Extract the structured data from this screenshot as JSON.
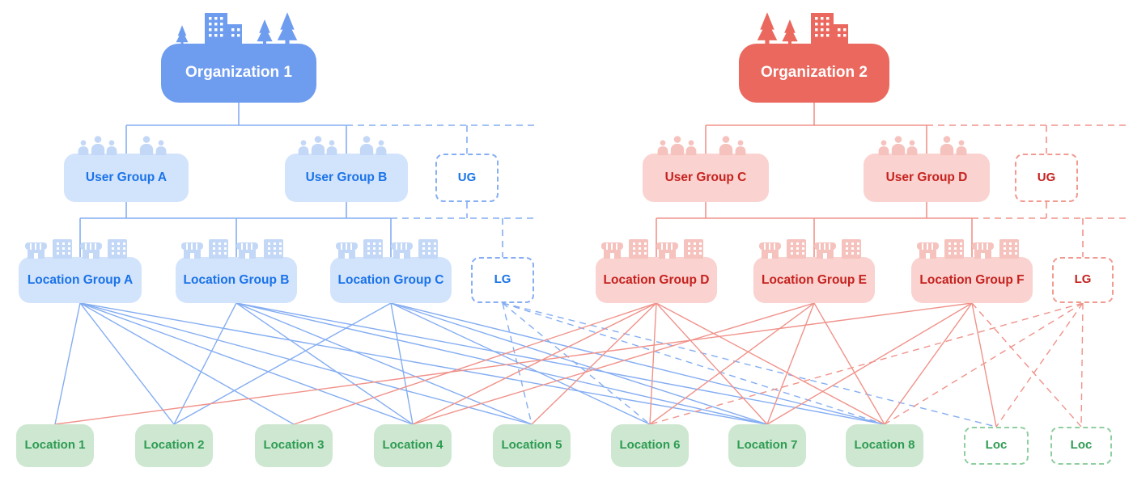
{
  "nodes": {
    "org1": {
      "label": "Organization 1"
    },
    "org2": {
      "label": "Organization 2"
    },
    "ugA": {
      "label": "User Group A"
    },
    "ugB": {
      "label": "User Group B"
    },
    "ugX": {
      "label": "UG"
    },
    "ugC": {
      "label": "User Group C"
    },
    "ugD": {
      "label": "User Group D"
    },
    "ugY": {
      "label": "UG"
    },
    "lgA": {
      "label": "Location Group A"
    },
    "lgB": {
      "label": "Location Group B"
    },
    "lgC": {
      "label": "Location Group C"
    },
    "lgX": {
      "label": "LG"
    },
    "lgD": {
      "label": "Location Group D"
    },
    "lgE": {
      "label": "Location Group E"
    },
    "lgF": {
      "label": "Location Group F"
    },
    "lgY": {
      "label": "LG"
    },
    "loc1": {
      "label": "Location 1"
    },
    "loc2": {
      "label": "Location 2"
    },
    "loc3": {
      "label": "Location 3"
    },
    "loc4": {
      "label": "Location 4"
    },
    "loc5": {
      "label": "Location 5"
    },
    "loc6": {
      "label": "Location 6"
    },
    "loc7": {
      "label": "Location 7"
    },
    "loc8": {
      "label": "Location 8"
    },
    "locX": {
      "label": "Loc"
    },
    "locY": {
      "label": "Loc"
    }
  },
  "hierarchy": {
    "blue": {
      "org": "org1",
      "user_groups": [
        "ugA",
        "ugB"
      ],
      "ghost_user_group": "ugX",
      "location_groups": [
        "lgA",
        "lgB",
        "lgC"
      ],
      "ghost_location_group": "lgX"
    },
    "red": {
      "org": "org2",
      "user_groups": [
        "ugC",
        "ugD"
      ],
      "ghost_user_group": "ugY",
      "location_groups": [
        "lgD",
        "lgE",
        "lgF"
      ],
      "ghost_location_group": "lgY"
    }
  },
  "edges": [
    {
      "from": "lgA",
      "to": "loc1",
      "color": "blue",
      "style": "solid"
    },
    {
      "from": "lgA",
      "to": "loc2",
      "color": "blue",
      "style": "solid"
    },
    {
      "from": "lgA",
      "to": "loc3",
      "color": "blue",
      "style": "solid"
    },
    {
      "from": "lgA",
      "to": "loc4",
      "color": "blue",
      "style": "solid"
    },
    {
      "from": "lgA",
      "to": "loc5",
      "color": "blue",
      "style": "solid"
    },
    {
      "from": "lgA",
      "to": "loc7",
      "color": "blue",
      "style": "solid"
    },
    {
      "from": "lgB",
      "to": "loc2",
      "color": "blue",
      "style": "solid"
    },
    {
      "from": "lgB",
      "to": "loc4",
      "color": "blue",
      "style": "solid"
    },
    {
      "from": "lgB",
      "to": "loc5",
      "color": "blue",
      "style": "solid"
    },
    {
      "from": "lgB",
      "to": "loc7",
      "color": "blue",
      "style": "solid"
    },
    {
      "from": "lgB",
      "to": "loc8",
      "color": "blue",
      "style": "solid"
    },
    {
      "from": "lgC",
      "to": "loc2",
      "color": "blue",
      "style": "solid"
    },
    {
      "from": "lgC",
      "to": "loc4",
      "color": "blue",
      "style": "solid"
    },
    {
      "from": "lgC",
      "to": "loc6",
      "color": "blue",
      "style": "solid"
    },
    {
      "from": "lgC",
      "to": "loc7",
      "color": "blue",
      "style": "solid"
    },
    {
      "from": "lgC",
      "to": "loc8",
      "color": "blue",
      "style": "solid"
    },
    {
      "from": "lgX",
      "to": "loc5",
      "color": "blue",
      "style": "dashed"
    },
    {
      "from": "lgX",
      "to": "loc6",
      "color": "blue",
      "style": "dashed"
    },
    {
      "from": "lgX",
      "to": "loc8",
      "color": "blue",
      "style": "dashed"
    },
    {
      "from": "lgX",
      "to": "locX",
      "color": "blue",
      "style": "dashed"
    },
    {
      "from": "lgD",
      "to": "loc3",
      "color": "red",
      "style": "solid"
    },
    {
      "from": "lgD",
      "to": "loc4",
      "color": "red",
      "style": "solid"
    },
    {
      "from": "lgD",
      "to": "loc5",
      "color": "red",
      "style": "solid"
    },
    {
      "from": "lgD",
      "to": "loc6",
      "color": "red",
      "style": "solid"
    },
    {
      "from": "lgD",
      "to": "loc7",
      "color": "red",
      "style": "solid"
    },
    {
      "from": "lgD",
      "to": "loc8",
      "color": "red",
      "style": "solid"
    },
    {
      "from": "lgE",
      "to": "loc4",
      "color": "red",
      "style": "solid"
    },
    {
      "from": "lgE",
      "to": "loc6",
      "color": "red",
      "style": "solid"
    },
    {
      "from": "lgE",
      "to": "loc7",
      "color": "red",
      "style": "solid"
    },
    {
      "from": "lgE",
      "to": "loc8",
      "color": "red",
      "style": "solid"
    },
    {
      "from": "lgF",
      "to": "loc1",
      "color": "red",
      "style": "solid"
    },
    {
      "from": "lgF",
      "to": "loc7",
      "color": "red",
      "style": "solid"
    },
    {
      "from": "lgF",
      "to": "loc8",
      "color": "red",
      "style": "solid"
    },
    {
      "from": "lgF",
      "to": "locX",
      "color": "red",
      "style": "solid"
    },
    {
      "from": "lgF",
      "to": "locY",
      "color": "red",
      "style": "dashed"
    },
    {
      "from": "lgY",
      "to": "loc6",
      "color": "red",
      "style": "dashed"
    },
    {
      "from": "lgY",
      "to": "loc8",
      "color": "red",
      "style": "dashed"
    },
    {
      "from": "lgY",
      "to": "locX",
      "color": "red",
      "style": "dashed"
    },
    {
      "from": "lgY",
      "to": "locY",
      "color": "red",
      "style": "dashed"
    }
  ],
  "colors": {
    "blue_primary": "#6e9cef",
    "blue_fill": "#d2e3fc",
    "blue_text": "#1a73e8",
    "blue_line": "#84adf2",
    "blue_icon": "#c3d8f7",
    "red_primary": "#ea685d",
    "red_fill": "#fad2cf",
    "red_text": "#c5221f",
    "red_line": "#f0928a",
    "red_icon": "#f6c2bd",
    "green_fill": "#cde7d0",
    "green_text": "#2e9c53",
    "green_dash": "#8fcf9f"
  }
}
